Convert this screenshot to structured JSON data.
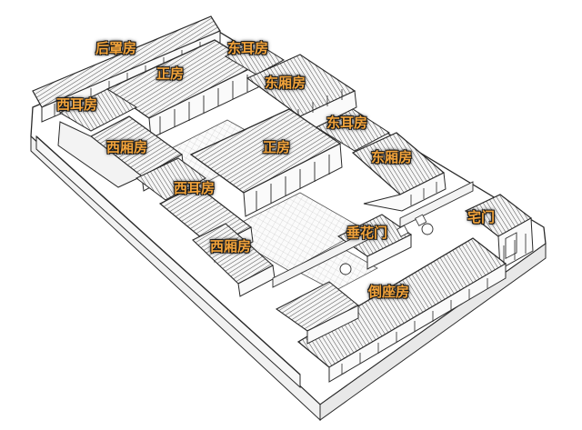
{
  "diagram": {
    "label_color": "#f2a33a",
    "line_color": "#2a2a2a",
    "roof_fill": "#f4f4f4",
    "labels": {
      "houzhaofang": "后罩房",
      "dongerfang_back": "东耳房",
      "zhengfang_back": "正房",
      "dongxiangfang_back": "东厢房",
      "xierfang_back": "西耳房",
      "dongerfang_front": "东耳房",
      "xixiangfang_back": "西厢房",
      "zhengfang_front": "正房",
      "dongxiangfang_front": "东厢房",
      "xierfang_front": "西耳房",
      "zhaimen": "宅门",
      "chuihuamen": "垂花门",
      "xixiangfang_front": "西厢房",
      "daozuofang": "倒座房"
    }
  }
}
